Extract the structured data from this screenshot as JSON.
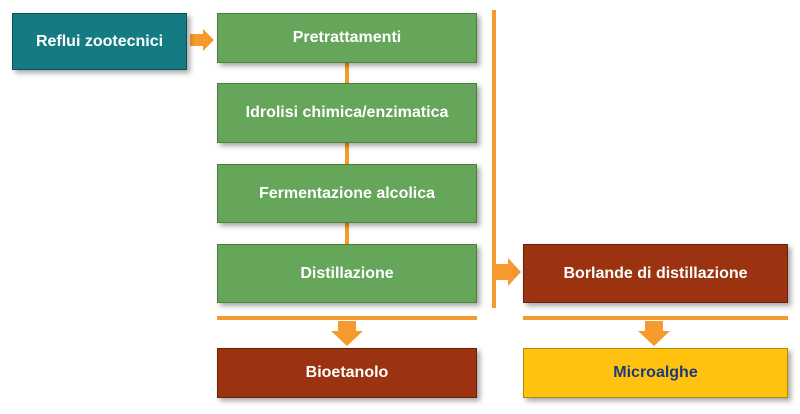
{
  "colors": {
    "input_fill": "#157b83",
    "step_fill": "#65a65a",
    "output_fill": "#9c3310",
    "microalgae_fill": "#ffc30f",
    "connector": "#f79a2e"
  },
  "nodes": {
    "input": "Reflui zootecnici",
    "steps": [
      "Pretrattamenti",
      "Idrolisi chimica/enzimatica",
      "Fermentazione alcolica",
      "Distillazione"
    ],
    "product": "Bioetanolo",
    "residue": "Borlande di distillazione",
    "final": "Microalghe"
  },
  "edges": [
    {
      "from": "Reflui zootecnici",
      "to": "Pretrattamenti",
      "arrow": "right"
    },
    {
      "from": "Pretrattamenti",
      "to": "Idrolisi chimica/enzimatica"
    },
    {
      "from": "Idrolisi chimica/enzimatica",
      "to": "Fermentazione alcolica"
    },
    {
      "from": "Fermentazione alcolica",
      "to": "Distillazione"
    },
    {
      "from": "Distillazione",
      "to": "Bioetanolo",
      "arrow": "down"
    },
    {
      "from": "Pretrattamenti",
      "to": "Borlande di distillazione",
      "arrow": "right"
    },
    {
      "from": "Borlande di distillazione",
      "to": "Microalghe",
      "arrow": "down"
    }
  ]
}
